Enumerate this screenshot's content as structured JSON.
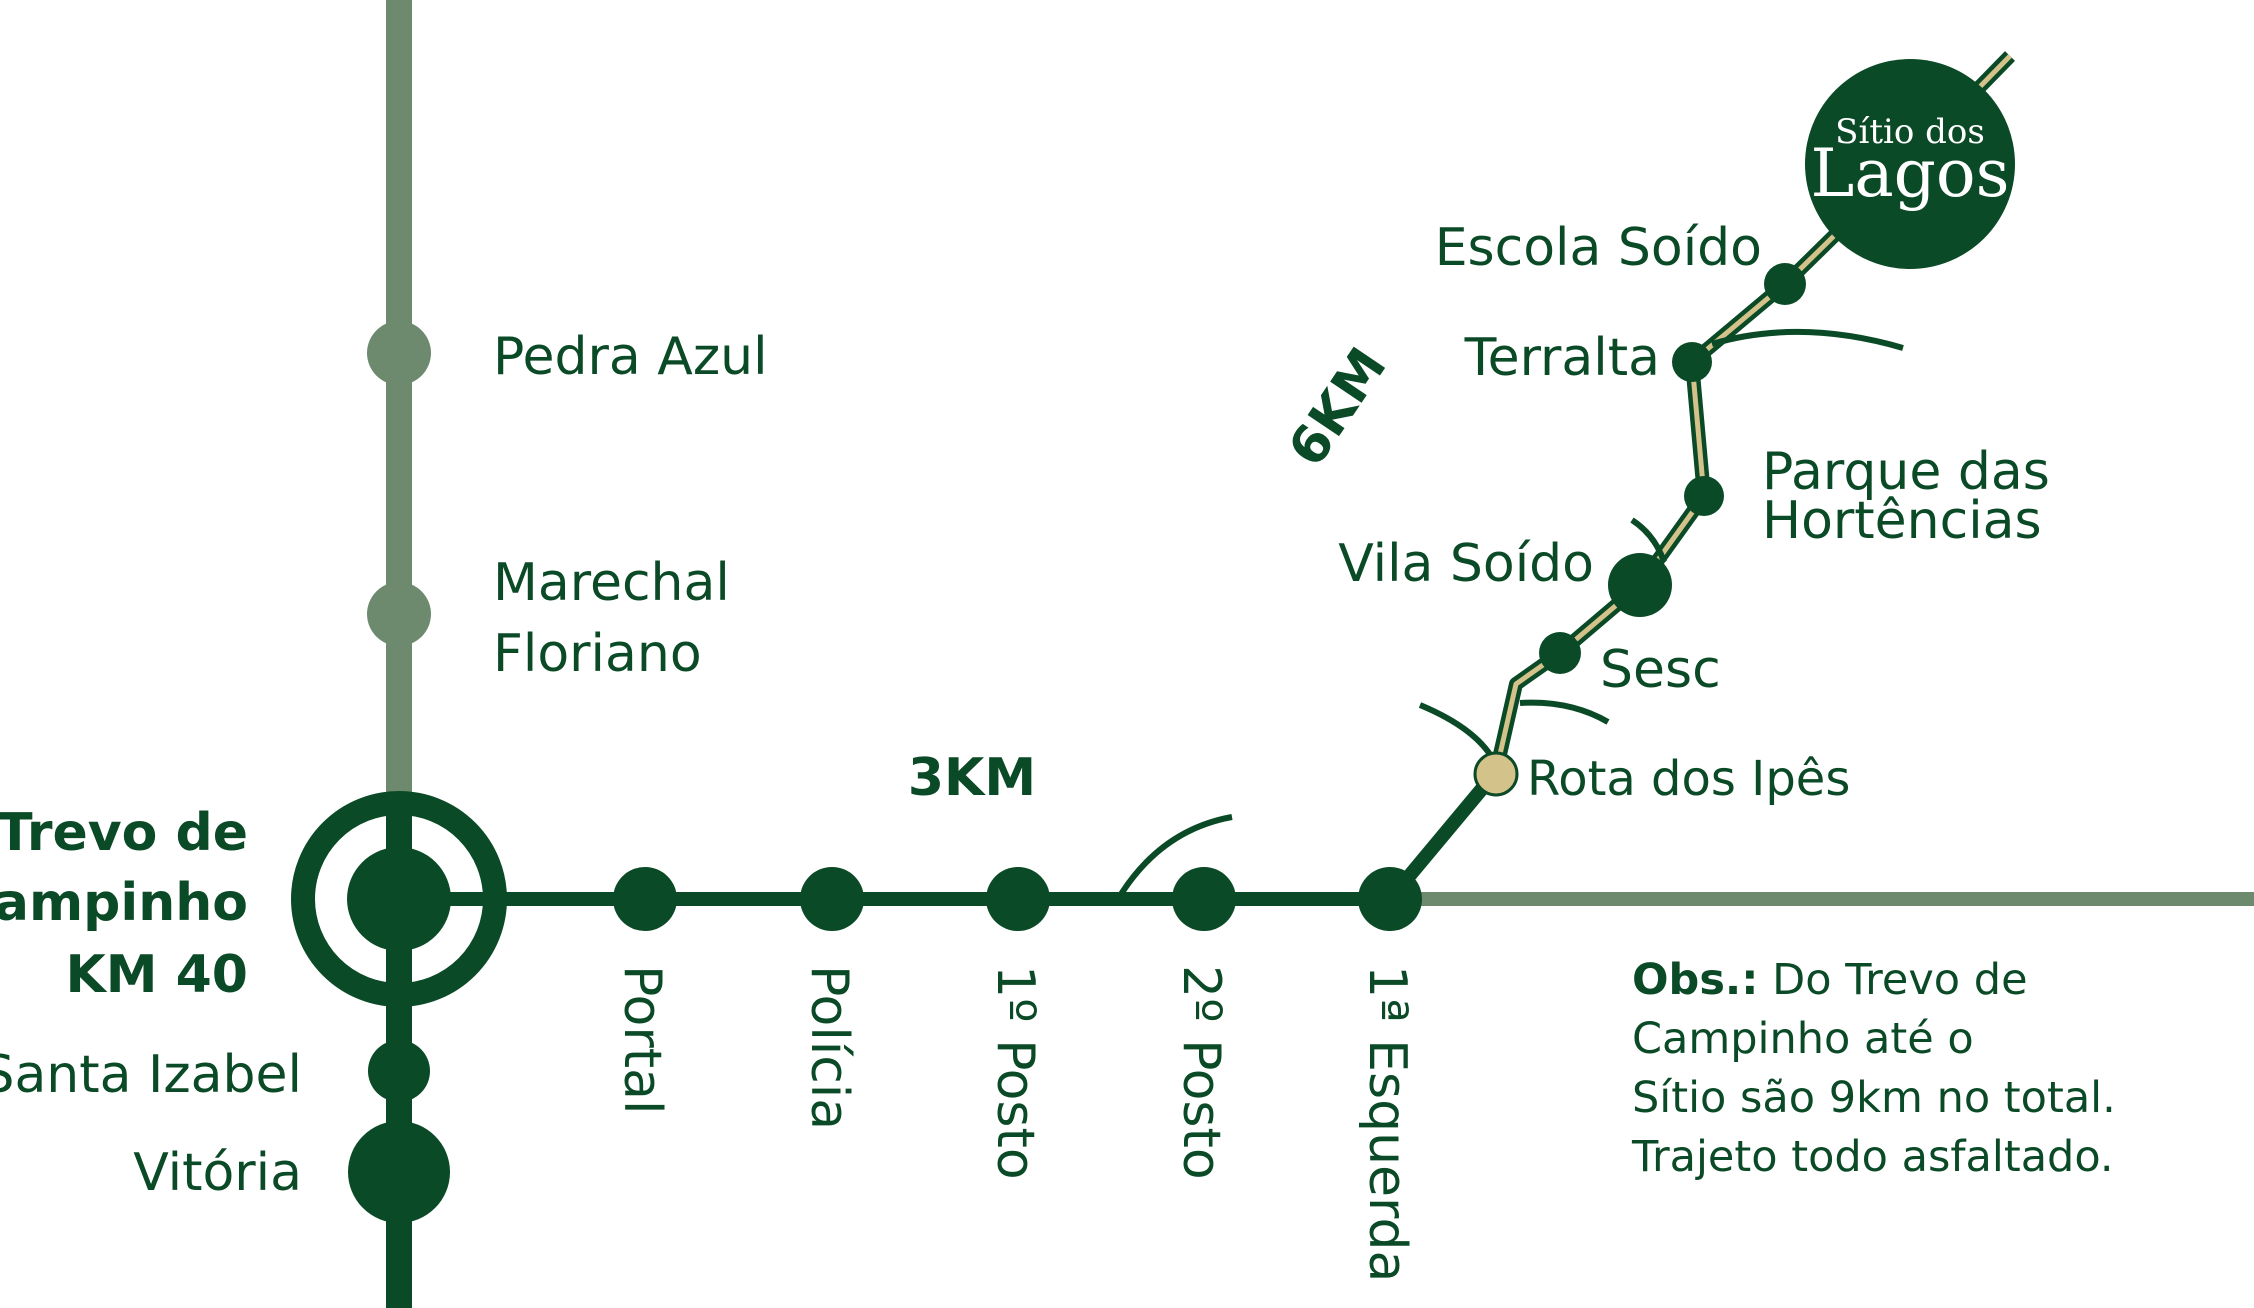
{
  "colors": {
    "main_road": "#0b4a26",
    "grey_road": "#6e8a6e",
    "accent_road": "#d3c28a",
    "background": "#ffffff",
    "text": "#0b4a26"
  },
  "logo": {
    "line1": "Sítio dos",
    "line2": "Lagos"
  },
  "north_stops": {
    "pedra_azul": "Pedra Azul",
    "marechal_line1": "Marechal",
    "marechal_line2": "Floriano"
  },
  "junction": {
    "line1": "Trevo de",
    "line2": "Campinho",
    "line3": "KM 40"
  },
  "south_stops": {
    "santa_izabel": "Santa Izabel",
    "vitoria": "Vitória"
  },
  "distances": {
    "first_leg": "3KM",
    "second_leg": "6KM"
  },
  "route_stops": {
    "portal": "Portal",
    "policia": "Polícia",
    "posto1": "1º Posto",
    "posto2": "2º Posto",
    "esquerda": "1ª Esquerda"
  },
  "diagonal_stops": {
    "rota_ipes": "Rota dos Ipês",
    "sesc": "Sesc",
    "vila_soido": "Vila Soído",
    "parque_line1": "Parque das",
    "parque_line2": "Hortências",
    "terralta": "Terralta",
    "escola_soido": "Escola Soído"
  },
  "note": {
    "prefix": "Obs.:",
    "line1": " Do Trevo de",
    "line2": "Campinho até o",
    "line3": "Sítio são 9km no total.",
    "line4": "Trajeto todo asfaltado."
  }
}
